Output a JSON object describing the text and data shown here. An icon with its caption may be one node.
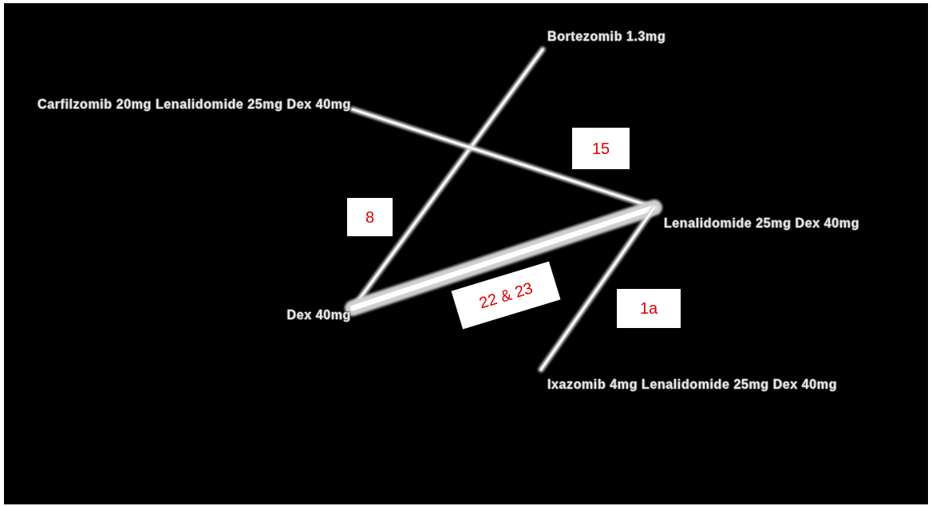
{
  "diagram": {
    "nodes": [
      {
        "text": [
          "Bortezomib 1.3mg"
        ]
      },
      {
        "text": [
          "Carfilzomib 20mg Lenalidomide 25mg Dex 40mg"
        ]
      },
      {
        "text": [
          "Lenalidomide 25mg Dex 40mg"
        ]
      },
      {
        "text": [
          "Dex 40mg"
        ]
      },
      {
        "text": [
          "Ixazomib 4mg Lenalidomide 25mg Dex 40mg"
        ]
      }
    ],
    "edges": [
      {
        "from": 0,
        "to": 3,
        "arrow": "none",
        "label": "8"
      },
      {
        "from": 1,
        "to": 2,
        "arrow": "none",
        "label": "15"
      },
      {
        "from": 3,
        "to": 2,
        "arrow": "none",
        "label": "22 & 23",
        "style": "thick"
      },
      {
        "from": 4,
        "to": 2,
        "arrow": "none",
        "label": "1a"
      }
    ]
  }
}
